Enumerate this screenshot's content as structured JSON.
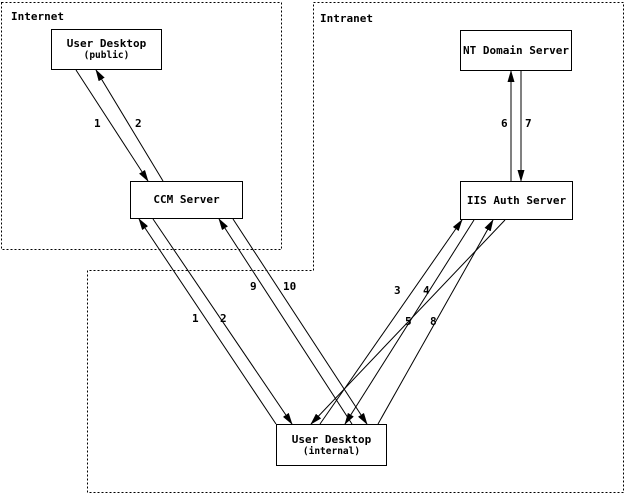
{
  "diagram": {
    "zones": {
      "internet": {
        "name": "Internet"
      },
      "intranet": {
        "name": "Intranet"
      }
    },
    "nodes": {
      "user_desktop_public": {
        "title": "User Desktop",
        "subtitle": "(public)"
      },
      "ccm_server": {
        "title": "CCM Server"
      },
      "nt_domain_server": {
        "title": "NT Domain Server"
      },
      "iis_auth_server": {
        "title": "IIS Auth Server"
      },
      "user_desktop_internal": {
        "title": "User Desktop",
        "subtitle": "(internal)"
      }
    },
    "flows": [
      {
        "label": "1",
        "from": "user_desktop_public",
        "to": "ccm_server"
      },
      {
        "label": "2",
        "from": "ccm_server",
        "to": "user_desktop_public"
      },
      {
        "label": "1",
        "from": "user_desktop_internal",
        "to": "ccm_server"
      },
      {
        "label": "2",
        "from": "ccm_server",
        "to": "user_desktop_internal"
      },
      {
        "label": "9",
        "from": "user_desktop_internal",
        "to": "ccm_server"
      },
      {
        "label": "10",
        "from": "ccm_server",
        "to": "user_desktop_internal"
      },
      {
        "label": "3",
        "from": "user_desktop_internal",
        "to": "iis_auth_server"
      },
      {
        "label": "4",
        "from": "iis_auth_server",
        "to": "user_desktop_internal"
      },
      {
        "label": "5",
        "from": "user_desktop_internal",
        "to": "iis_auth_server"
      },
      {
        "label": "8",
        "from": "iis_auth_server",
        "to": "user_desktop_internal"
      },
      {
        "label": "6",
        "from": "iis_auth_server",
        "to": "nt_domain_server"
      },
      {
        "label": "7",
        "from": "nt_domain_server",
        "to": "iis_auth_server"
      }
    ],
    "colors": {
      "line": "#000000",
      "background": "#ffffff",
      "box_fill": "#ffffff"
    }
  }
}
